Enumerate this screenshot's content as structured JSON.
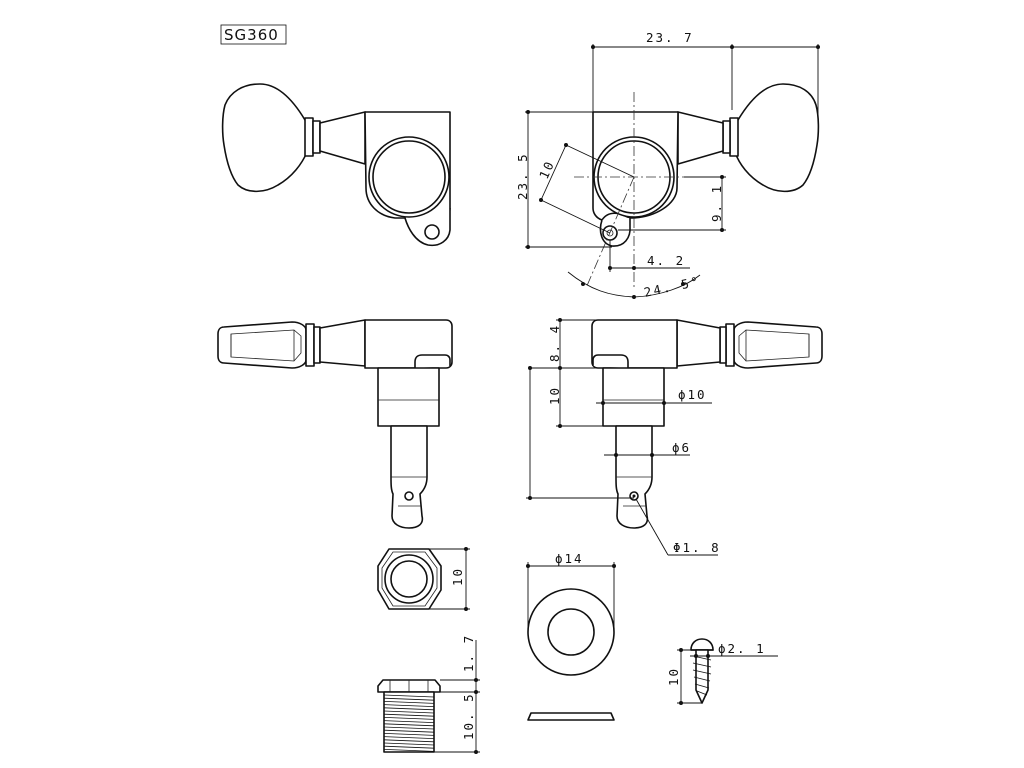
{
  "title": "SG360",
  "dimensions": {
    "overall_width": "23. 7",
    "body_height": "23. 5",
    "diag_10": "10",
    "offset_9_1": "9. 1",
    "offset_4_2": "4. 2",
    "angle": "24. 5°",
    "side_8_4": "8. 4",
    "side_10": "10",
    "shaft_phi10": "ϕ10",
    "post_phi6": "ϕ6",
    "hole_phi1_8": "Φ1. 8",
    "nut_10": "10",
    "washer_phi14": "ϕ14",
    "screw_phi2_1": "ϕ2. 1",
    "screw_10": "10",
    "bushing_1_7": "1. 7",
    "bushing_10_5": "10. 5"
  }
}
